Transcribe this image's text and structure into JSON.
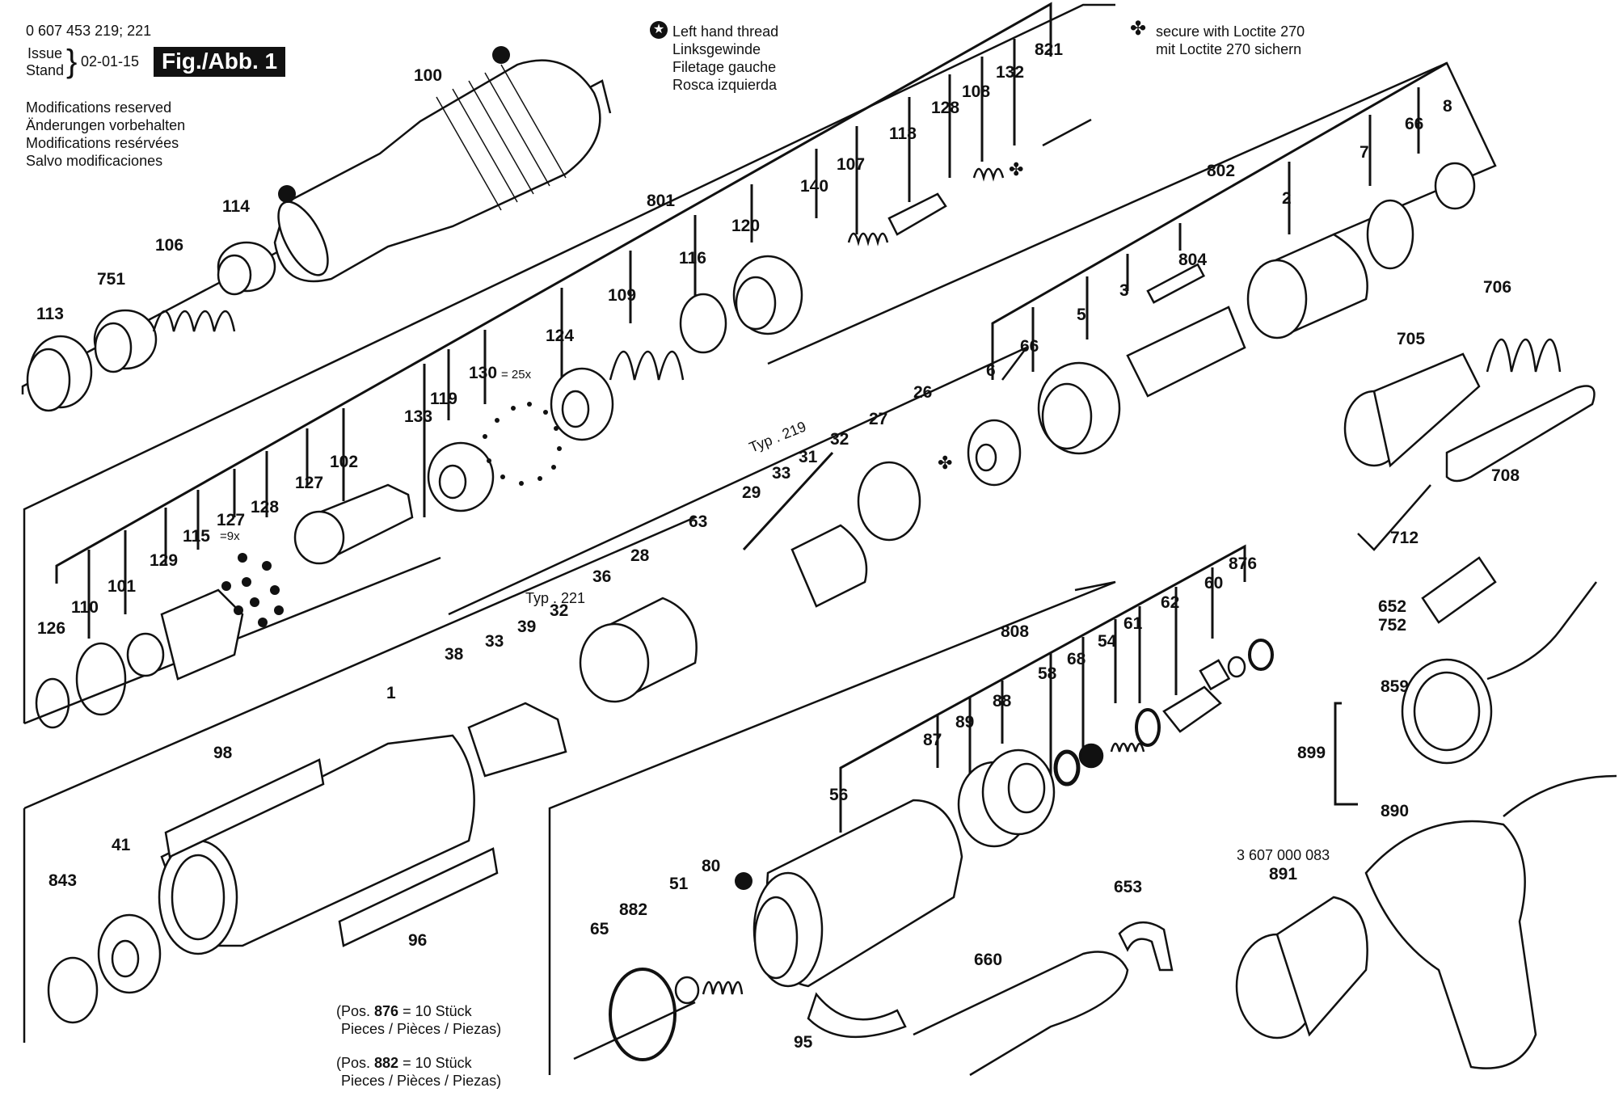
{
  "header": {
    "part_number": "0 607 453 219; 221",
    "issue_label": "Issue",
    "stand_label": "Stand",
    "date": "02-01-15",
    "figure": "Fig./Abb. 1"
  },
  "modifications": [
    "Modifications reserved",
    "Änderungen vorbehalten",
    "Modifications resérvées",
    "Salvo modificaciones"
  ],
  "legend_left_thread": [
    "Left hand thread",
    "Linksgewinde",
    "Filetage gauche",
    "Rosca izquierda"
  ],
  "legend_loctite": [
    "secure with Loctite 270",
    "mit Loctite 270 sichern"
  ],
  "notes": {
    "n876_prefix": "(Pos. ",
    "n876_num": "876",
    "n876_rest": " = 10 Stück",
    "n876_line2": "Pieces / Pièces / Piezas)",
    "n882_prefix": "(Pos. ",
    "n882_num": "882",
    "n882_rest": " = 10 Stück",
    "n882_line2": "Pieces / Pièces / Piezas)"
  },
  "kit_number": "3 607 000 083",
  "annotations": {
    "qty_130": "= 25x",
    "qty_127": "=9x",
    "typ_219": "Typ . 219",
    "typ_221": "Typ . 221"
  },
  "labels": {
    "l100": "100",
    "l114": "114",
    "l106": "106",
    "l751": "751",
    "l113": "113",
    "l801": "801",
    "l821": "821",
    "l132": "132",
    "l108": "108",
    "l128a": "128",
    "l118": "118",
    "l107": "107",
    "l140": "140",
    "l120": "120",
    "l116": "116",
    "l109": "109",
    "l124": "124",
    "l130": "130",
    "l119": "119",
    "l133": "133",
    "l102": "102",
    "l127a": "127",
    "l128b": "128",
    "l127b": "127",
    "l115": "115",
    "l129": "129",
    "l101": "101",
    "l110": "110",
    "l126": "126",
    "l802": "802",
    "l8": "8",
    "l66a": "66",
    "l7": "7",
    "l2": "2",
    "l804": "804",
    "l3": "3",
    "l5": "5",
    "l66b": "66",
    "l6": "6",
    "l706": "706",
    "l705": "705",
    "l708": "708",
    "l712": "712",
    "l652": "652",
    "l752": "752",
    "l859": "859",
    "l899": "899",
    "l890": "890",
    "l891": "891",
    "l26": "26",
    "l27": "27",
    "l32a": "32",
    "l31": "31",
    "l33a": "33",
    "l29": "29",
    "l63": "63",
    "l28": "28",
    "l36": "36",
    "l32b": "32",
    "l39": "39",
    "l33b": "33",
    "l38": "38",
    "l1": "1",
    "l98": "98",
    "l96": "96",
    "l41": "41",
    "l843": "843",
    "l808": "808",
    "l876": "876",
    "l60": "60",
    "l62": "62",
    "l61": "61",
    "l54": "54",
    "l68": "68",
    "l58": "58",
    "l88": "88",
    "l89": "89",
    "l87": "87",
    "l56": "56",
    "l80": "80",
    "l51": "51",
    "l882": "882",
    "l65": "65",
    "l95": "95",
    "l660": "660",
    "l653": "653"
  }
}
